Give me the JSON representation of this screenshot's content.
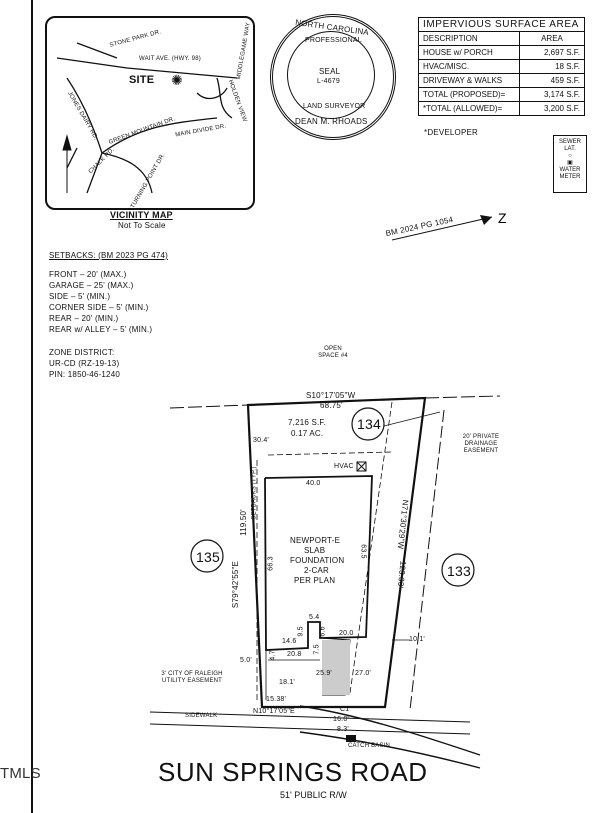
{
  "watermark": "ТMLS",
  "vicinity_map": {
    "title": "VICINITY MAP",
    "subtitle": "Not To Scale",
    "site_label": "SITE",
    "roads": {
      "stone_park": "STONE PARK DR.",
      "wait_ave": "WAIT AVE. (HWY. 98)",
      "middlegame": "MIDDLEGAME WAY",
      "holden": "HOLDEN VIEW",
      "jones_dairy": "JONES DAIRY RD.",
      "green_mountain": "GREEN MOUNTAIN DR.",
      "main_divide": "MAIN DIVIDE DR.",
      "chalk": "CHALK RD.",
      "turning_point": "TURNING POINT DR."
    }
  },
  "seal": {
    "ring_top": "NORTH CAROLINA",
    "ring_mid": "PROFESSIONAL",
    "ring_bottom": "DEAN M. RHOADS",
    "ring_bottom2": "LAND SURVEYOR",
    "center": "SEAL",
    "number": "L-4679"
  },
  "impervious": {
    "title": "IMPERVIOUS SURFACE AREA",
    "col_desc": "DESCRIPTION",
    "col_area": "AREA",
    "rows": [
      {
        "desc": "HOUSE w/ PORCH",
        "area": "2,697 S.F."
      },
      {
        "desc": "HVAC/MISC.",
        "area": "18 S.F."
      },
      {
        "desc": "DRIVEWAY & WALKS",
        "area": "459 S.F."
      },
      {
        "desc": "TOTAL (PROPOSED)=",
        "area": "3,174 S.F."
      },
      {
        "desc": "*TOTAL (ALLOWED)=",
        "area": "3,200 S.F."
      }
    ],
    "note": "*DEVELOPER"
  },
  "legend": {
    "sewer": "SEWER LAT.",
    "water": "WATER METER"
  },
  "bm": "BM 2024 PG 1054",
  "setbacks": {
    "title": "SETBACKS: (BM 2023 PG 474)",
    "lines": [
      "FRONT – 20' (MAX.)",
      "GARAGE – 25' (MAX.)",
      "SIDE – 5' (MIN.)",
      "CORNER SIDE – 5' (MIN.)",
      "REAR – 20' (MIN.)",
      "REAR w/ ALLEY – 5' (MIN.)"
    ]
  },
  "zone": {
    "lines": [
      "ZONE DISTRICT:",
      "UR-CD (RZ-19-13)",
      "PIN: 1850-46-1240"
    ]
  },
  "plan": {
    "open_space": "OPEN SPACE #4",
    "rear_bearing": "S10°17'05\"W",
    "rear_dist": "68.75'",
    "lot": "134",
    "lot_left": "135",
    "lot_right": "133",
    "area_sf": "7,216 S.F.",
    "area_ac": "0.17 AC.",
    "rear_setback": "30.4'",
    "drainage": "20' PRIVATE DRAINAGE EASEMENT",
    "hvac": "HVAC",
    "setbacks_typ": "SETBACKS (TYP.)",
    "house_top": "40.0",
    "house_lines": [
      "NEWPORT-E",
      "SLAB",
      "FOUNDATION",
      "2-CAR",
      "PER PLAN"
    ],
    "house_left": "66.3",
    "house_right": "63.5",
    "left_bearing": "S79°42'55\"E",
    "left_dist": "119.50'",
    "right_bearing": "N71°30'29\"W",
    "right_dist": "123.33'",
    "d54": "5.4",
    "d95": "9.5",
    "d66": "6.6",
    "d146": "14.6",
    "d200": "20.0",
    "d101": "10.1'",
    "d75": "7.5",
    "d47": "4.7",
    "d208": "20.8",
    "d50": "5.0'",
    "d259": "25.9'",
    "d270": "27.0'",
    "d181": "18.1'",
    "utility": "3' CITY OF RALEIGH UTILITY EASEMENT",
    "front_dist": "15.38'",
    "front_bearing": "N10°17'05\"E",
    "c1": "C1",
    "d160": "16.0'",
    "d83": "8.3'",
    "sidewalk": "SIDEWALK",
    "catch_basin": "CATCH BASIN"
  },
  "road": {
    "name": "SUN SPRINGS ROAD",
    "rw": "51' PUBLIC R/W"
  }
}
